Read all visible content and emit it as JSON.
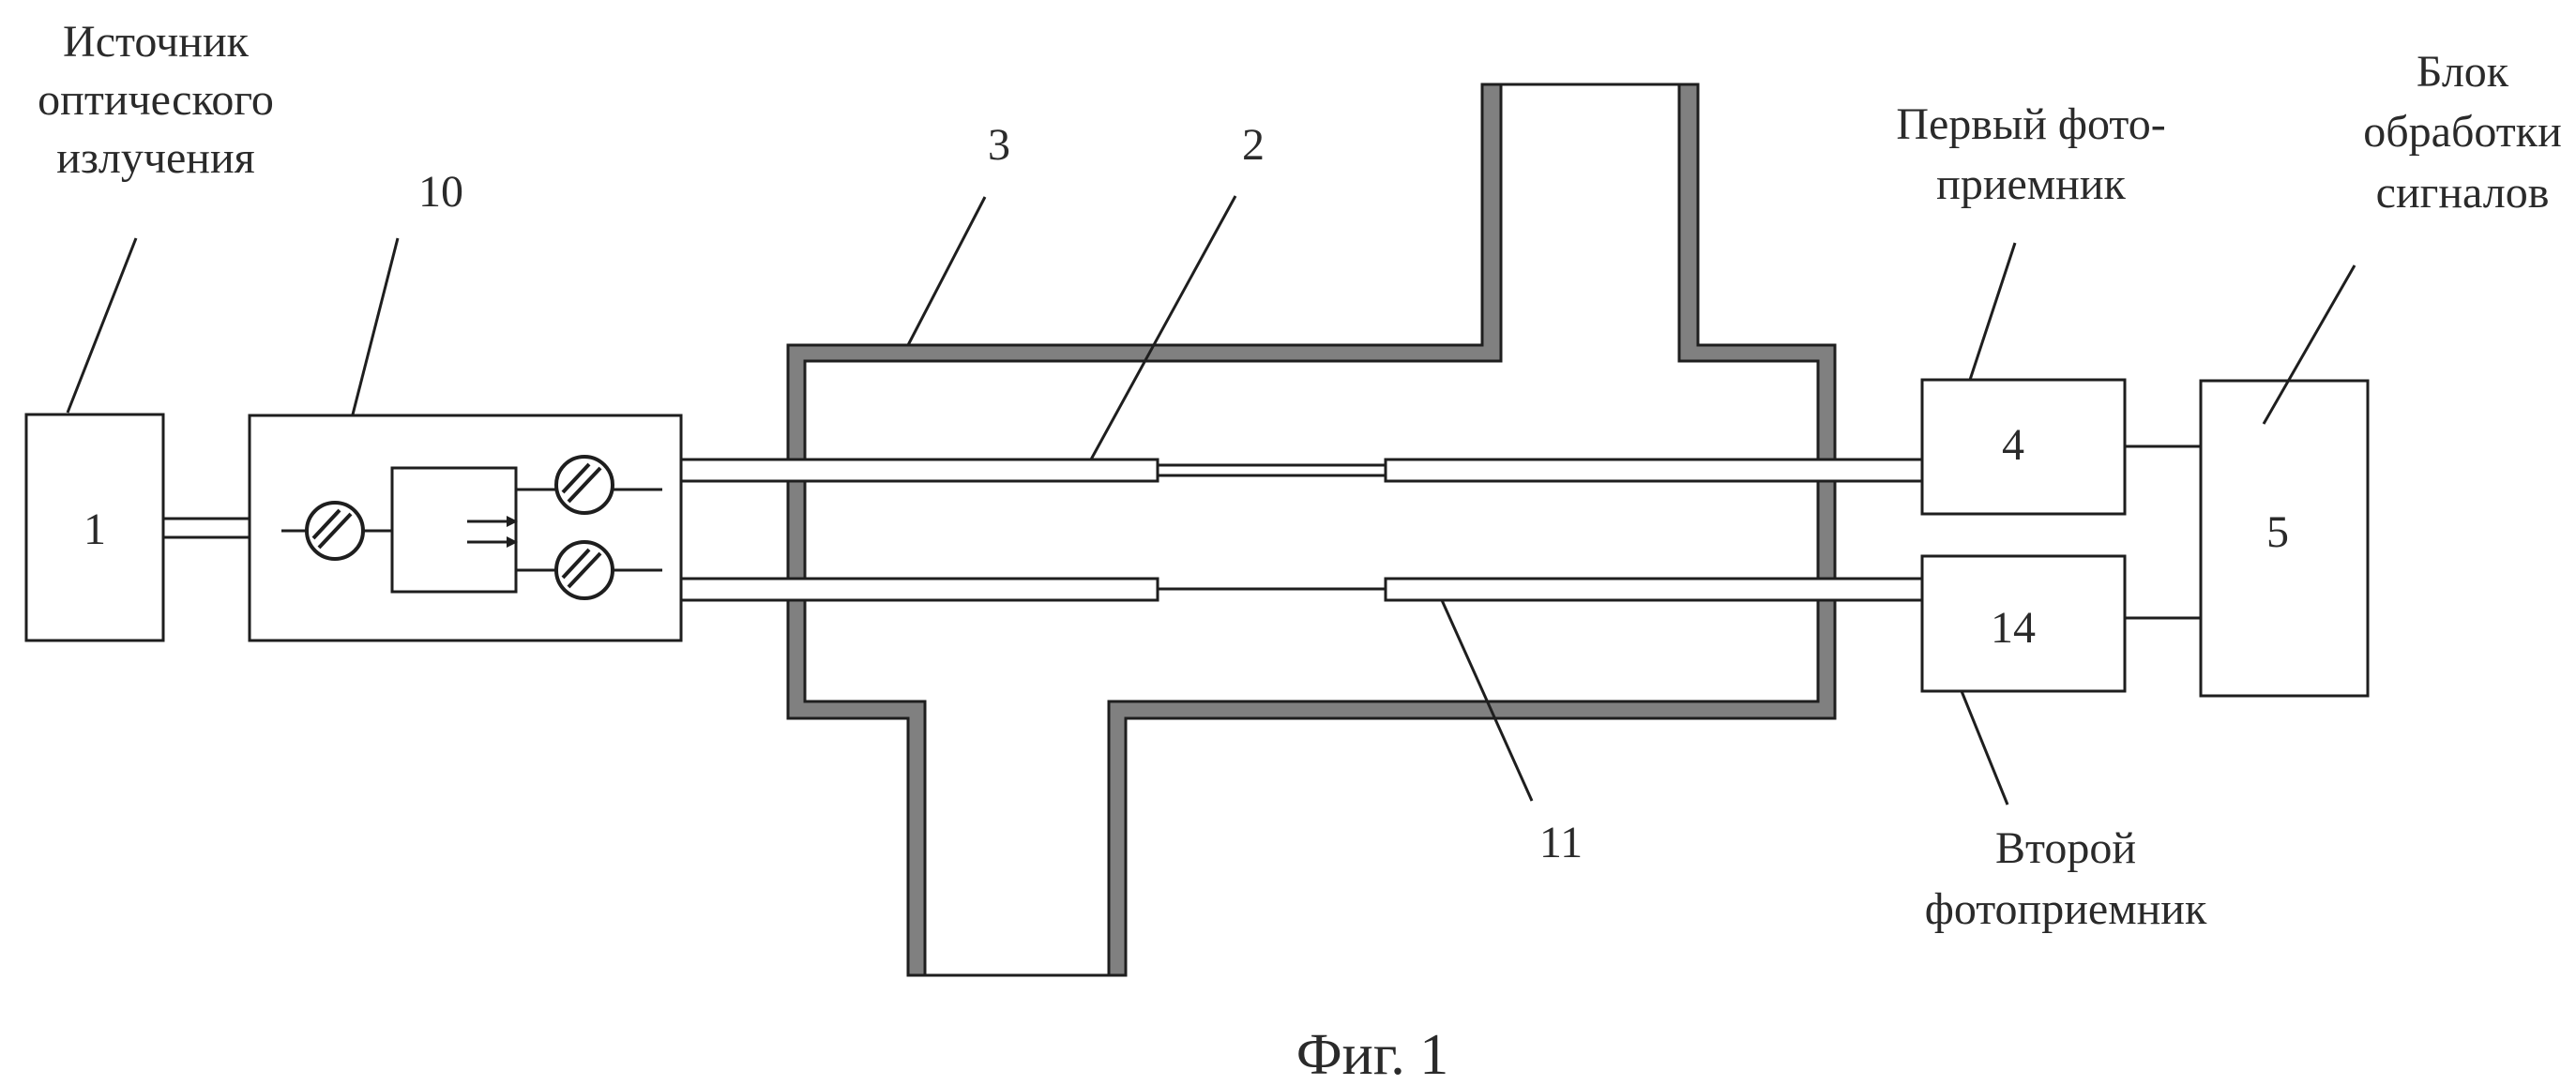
{
  "labels": {
    "source_line1": "Источник",
    "source_line2": "оптического",
    "source_line3": "излучения",
    "pd1_line1": "Первый фото-",
    "pd1_line2": "приемник",
    "proc_line1": "Блок",
    "proc_line2": "обработки",
    "proc_line3": "сигналов",
    "pd2_line1": "Второй",
    "pd2_line2": "фотоприемник"
  },
  "numbers": {
    "n1": "1",
    "n2": "2",
    "n3": "3",
    "n4": "4",
    "n5": "5",
    "n10": "10",
    "n11": "11",
    "n14": "14"
  },
  "caption": "Фиг. 1"
}
